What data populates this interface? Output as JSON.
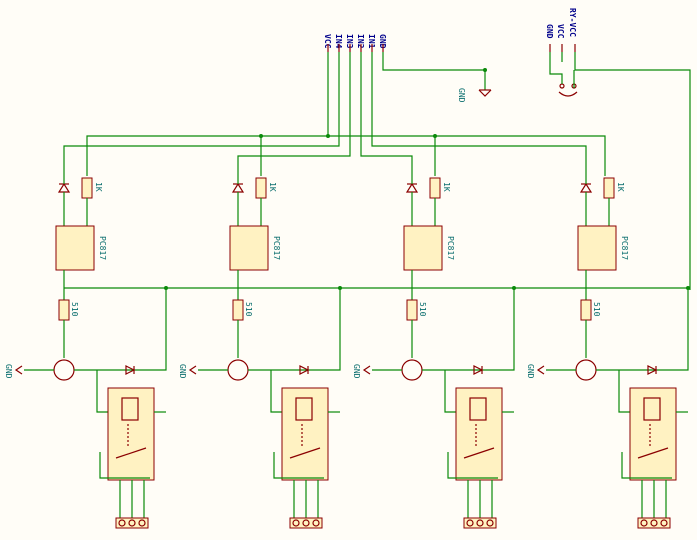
{
  "header_connector": {
    "pins": [
      "VCC",
      "IN4",
      "IN3",
      "IN2",
      "IN1",
      "GND"
    ]
  },
  "power_connector": {
    "pins": [
      "GND",
      "VCC",
      "RY-VCC"
    ]
  },
  "gnd_label": "GND",
  "channels": [
    {
      "resistor_led": "1K",
      "optocoupler": "PC817",
      "resistor_base": "510",
      "gnd_label": "GND"
    },
    {
      "resistor_led": "1K",
      "optocoupler": "PC817",
      "resistor_base": "510",
      "gnd_label": "GND"
    },
    {
      "resistor_led": "1K",
      "optocoupler": "PC817",
      "resistor_base": "510",
      "gnd_label": "GND"
    },
    {
      "resistor_led": "1K",
      "optocoupler": "PC817",
      "resistor_base": "510",
      "gnd_label": "GND"
    }
  ],
  "colors": {
    "wire": "#0a8a0a",
    "part": "#8b0000",
    "fill": "#fff2c2",
    "label": "#0a6e6e",
    "pin": "#00008b"
  }
}
